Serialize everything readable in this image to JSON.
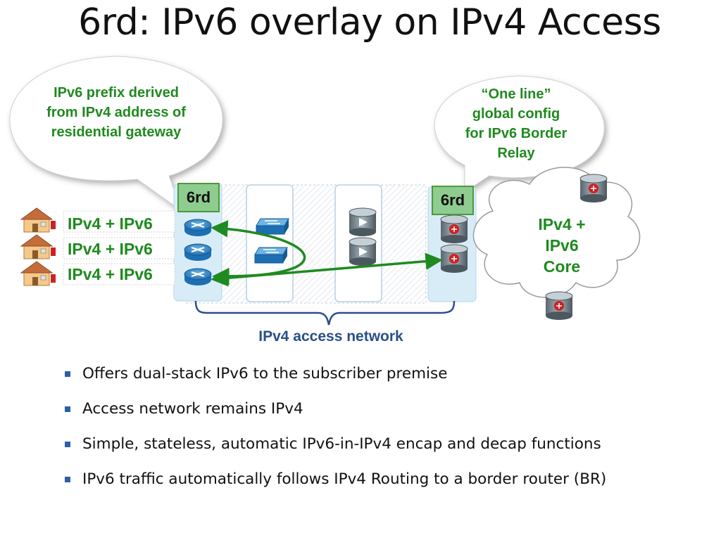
{
  "title": "6rd: IPv6 overlay on IPv4 Access",
  "callouts": {
    "left": [
      "IPv6 prefix derived",
      "from IPv4 address of",
      "residential gateway"
    ],
    "right": [
      "“One line”",
      "global config",
      "for IPv6 Border",
      "Relay"
    ]
  },
  "subscribers": [
    {
      "label": "IPv4 + IPv6",
      "icon": "house-icon"
    },
    {
      "label": "IPv4 + IPv6",
      "icon": "house-icon"
    },
    {
      "label": "IPv4 + IPv6",
      "icon": "house-icon"
    }
  ],
  "tags": {
    "left": "6rd",
    "right": "6rd"
  },
  "core": {
    "lines": [
      "IPv4 +",
      "IPv6",
      "Core"
    ]
  },
  "access_network_label": "IPv4 access network",
  "bullets": [
    "Offers dual-stack IPv6 to the subscriber premise",
    "Access network remains IPv4",
    "Simple, stateless, automatic IPv6-in-IPv4 encap and decap functions",
    "IPv6 traffic automatically follows IPv4 Routing to a border router (BR)"
  ],
  "colors": {
    "accent_green": "#1f8a1f",
    "label_blue": "#2b4f88",
    "bullet_blue": "#2d5fa8",
    "zone_fill": "#d8ecf7",
    "tag_fill": "#8fcc8f"
  }
}
